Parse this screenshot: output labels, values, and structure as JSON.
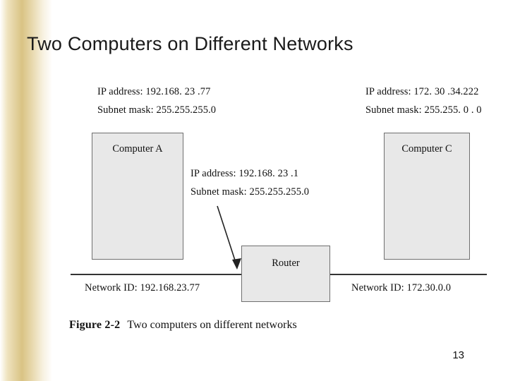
{
  "slide": {
    "title": "Two Computers on Different Networks",
    "page_number": "13"
  },
  "figure": {
    "left_host": {
      "ip_line": "IP address: 192.168. 23 .77",
      "mask_line": "Subnet mask: 255.255.255.0",
      "box_label": "Computer A",
      "network_id": "Network ID: 192.168.23.77"
    },
    "right_host": {
      "ip_line": "IP address: 172. 30 .34.222",
      "mask_line": "Subnet mask: 255.255. 0 . 0",
      "box_label": "Computer C",
      "network_id": "Network ID: 172.30.0.0"
    },
    "router": {
      "ip_line": "IP address: 192.168. 23 .1",
      "mask_line": "Subnet mask: 255.255.255.0",
      "box_label": "Router"
    },
    "caption": {
      "label": "Figure 2-2",
      "text": "Two computers on different networks"
    }
  },
  "colors": {
    "band_accent": "#d9c384",
    "box_fill": "#e8e8e8",
    "box_border": "#6f6f6f",
    "line": "#333333"
  }
}
